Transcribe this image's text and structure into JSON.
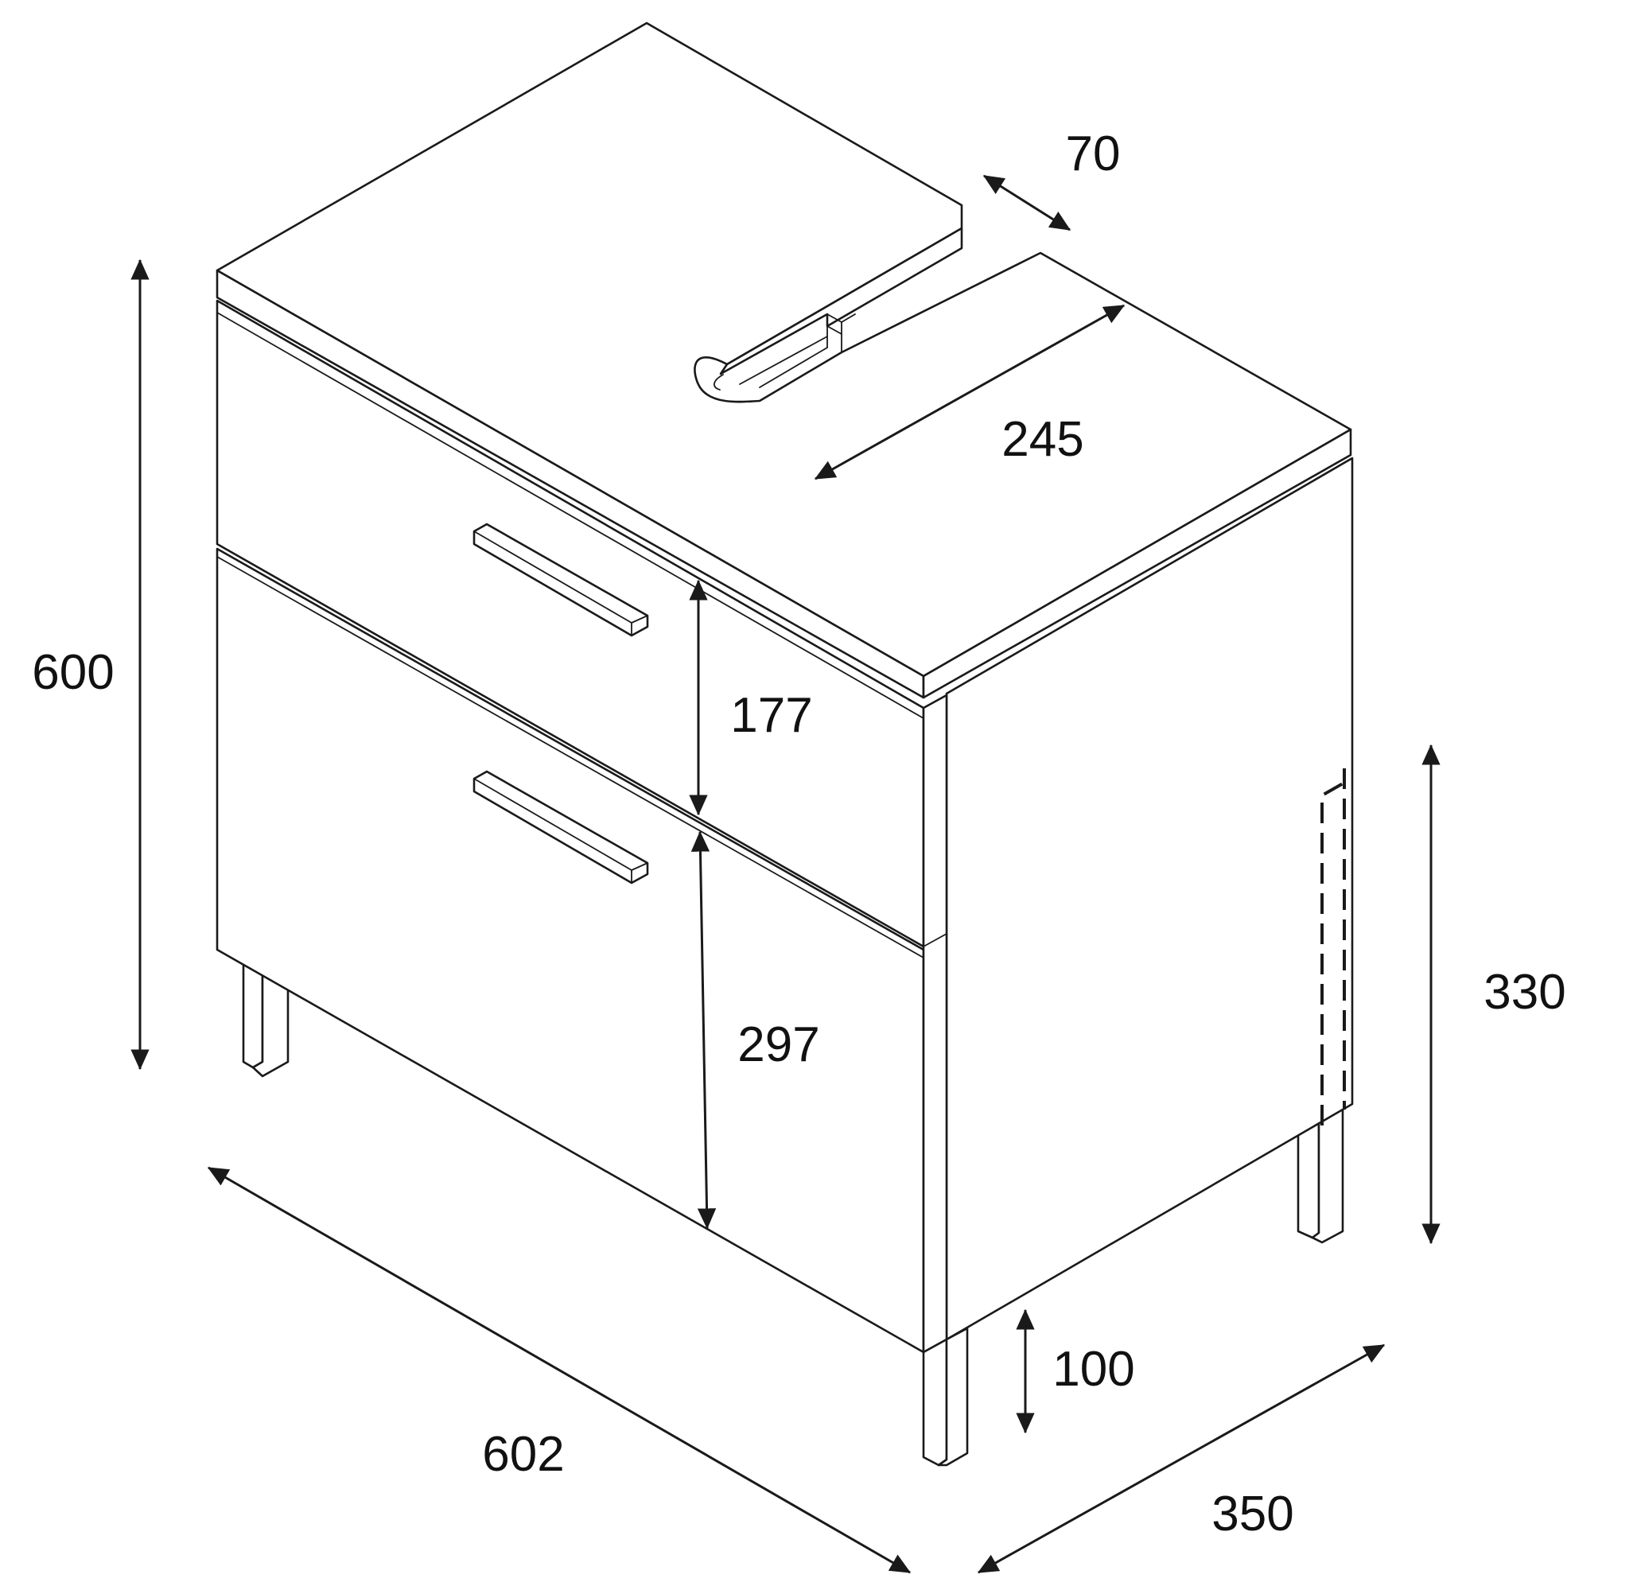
{
  "drawing": {
    "line_color": "#1a1a1a",
    "background": "#ffffff",
    "dimensions": {
      "total_height": "600",
      "width": "602",
      "depth": "350",
      "top_drawer_height": "177",
      "bottom_drawer_height": "297",
      "leg_height": "100",
      "rear_cutout_height": "330",
      "cutout_depth": "245",
      "cutout_width": "70"
    }
  }
}
